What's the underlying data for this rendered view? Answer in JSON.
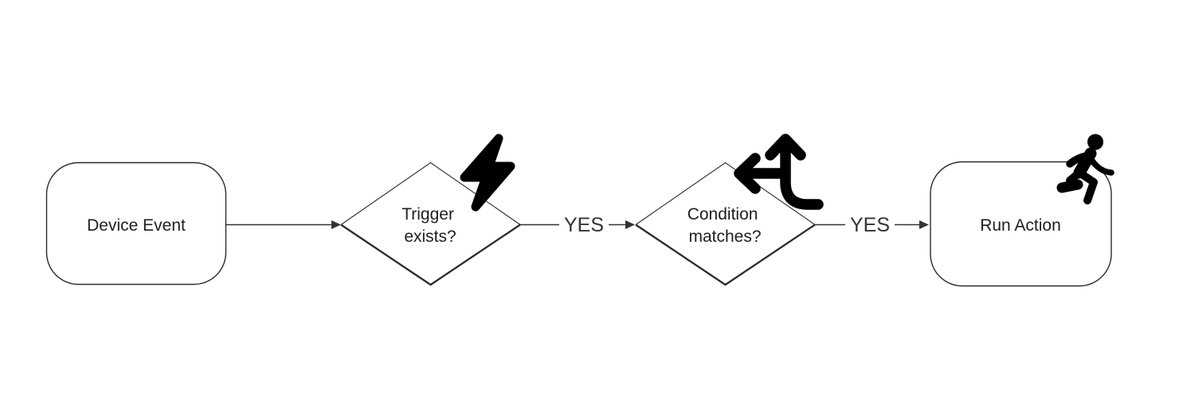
{
  "diagram": {
    "type": "flowchart",
    "direction": "left-to-right",
    "colors": {
      "background": "#ffffff",
      "node_fill": "#ffffff",
      "node_stroke": "#2b2b2b",
      "edge_stroke": "#333333",
      "node_text": "#1f1f1f",
      "edge_label_text": "#333333",
      "icon": "#000000"
    },
    "nodes": [
      {
        "id": "device-event",
        "shape": "rounded-rectangle",
        "lines": [
          "Device Event"
        ],
        "icon": ""
      },
      {
        "id": "trigger-exists",
        "shape": "diamond",
        "lines": [
          "Trigger",
          "exists?"
        ],
        "icon": "lightning-bolt"
      },
      {
        "id": "condition-matches",
        "shape": "diamond",
        "lines": [
          "Condition",
          "matches?"
        ],
        "icon": "arrows-split-up-and-left"
      },
      {
        "id": "run-action",
        "shape": "rounded-rectangle",
        "lines": [
          "Run Action"
        ],
        "icon": "person-running"
      }
    ],
    "edges": [
      {
        "from": "device-event",
        "to": "trigger-exists",
        "label": ""
      },
      {
        "from": "trigger-exists",
        "to": "condition-matches",
        "label": "YES"
      },
      {
        "from": "condition-matches",
        "to": "run-action",
        "label": "YES"
      }
    ]
  }
}
